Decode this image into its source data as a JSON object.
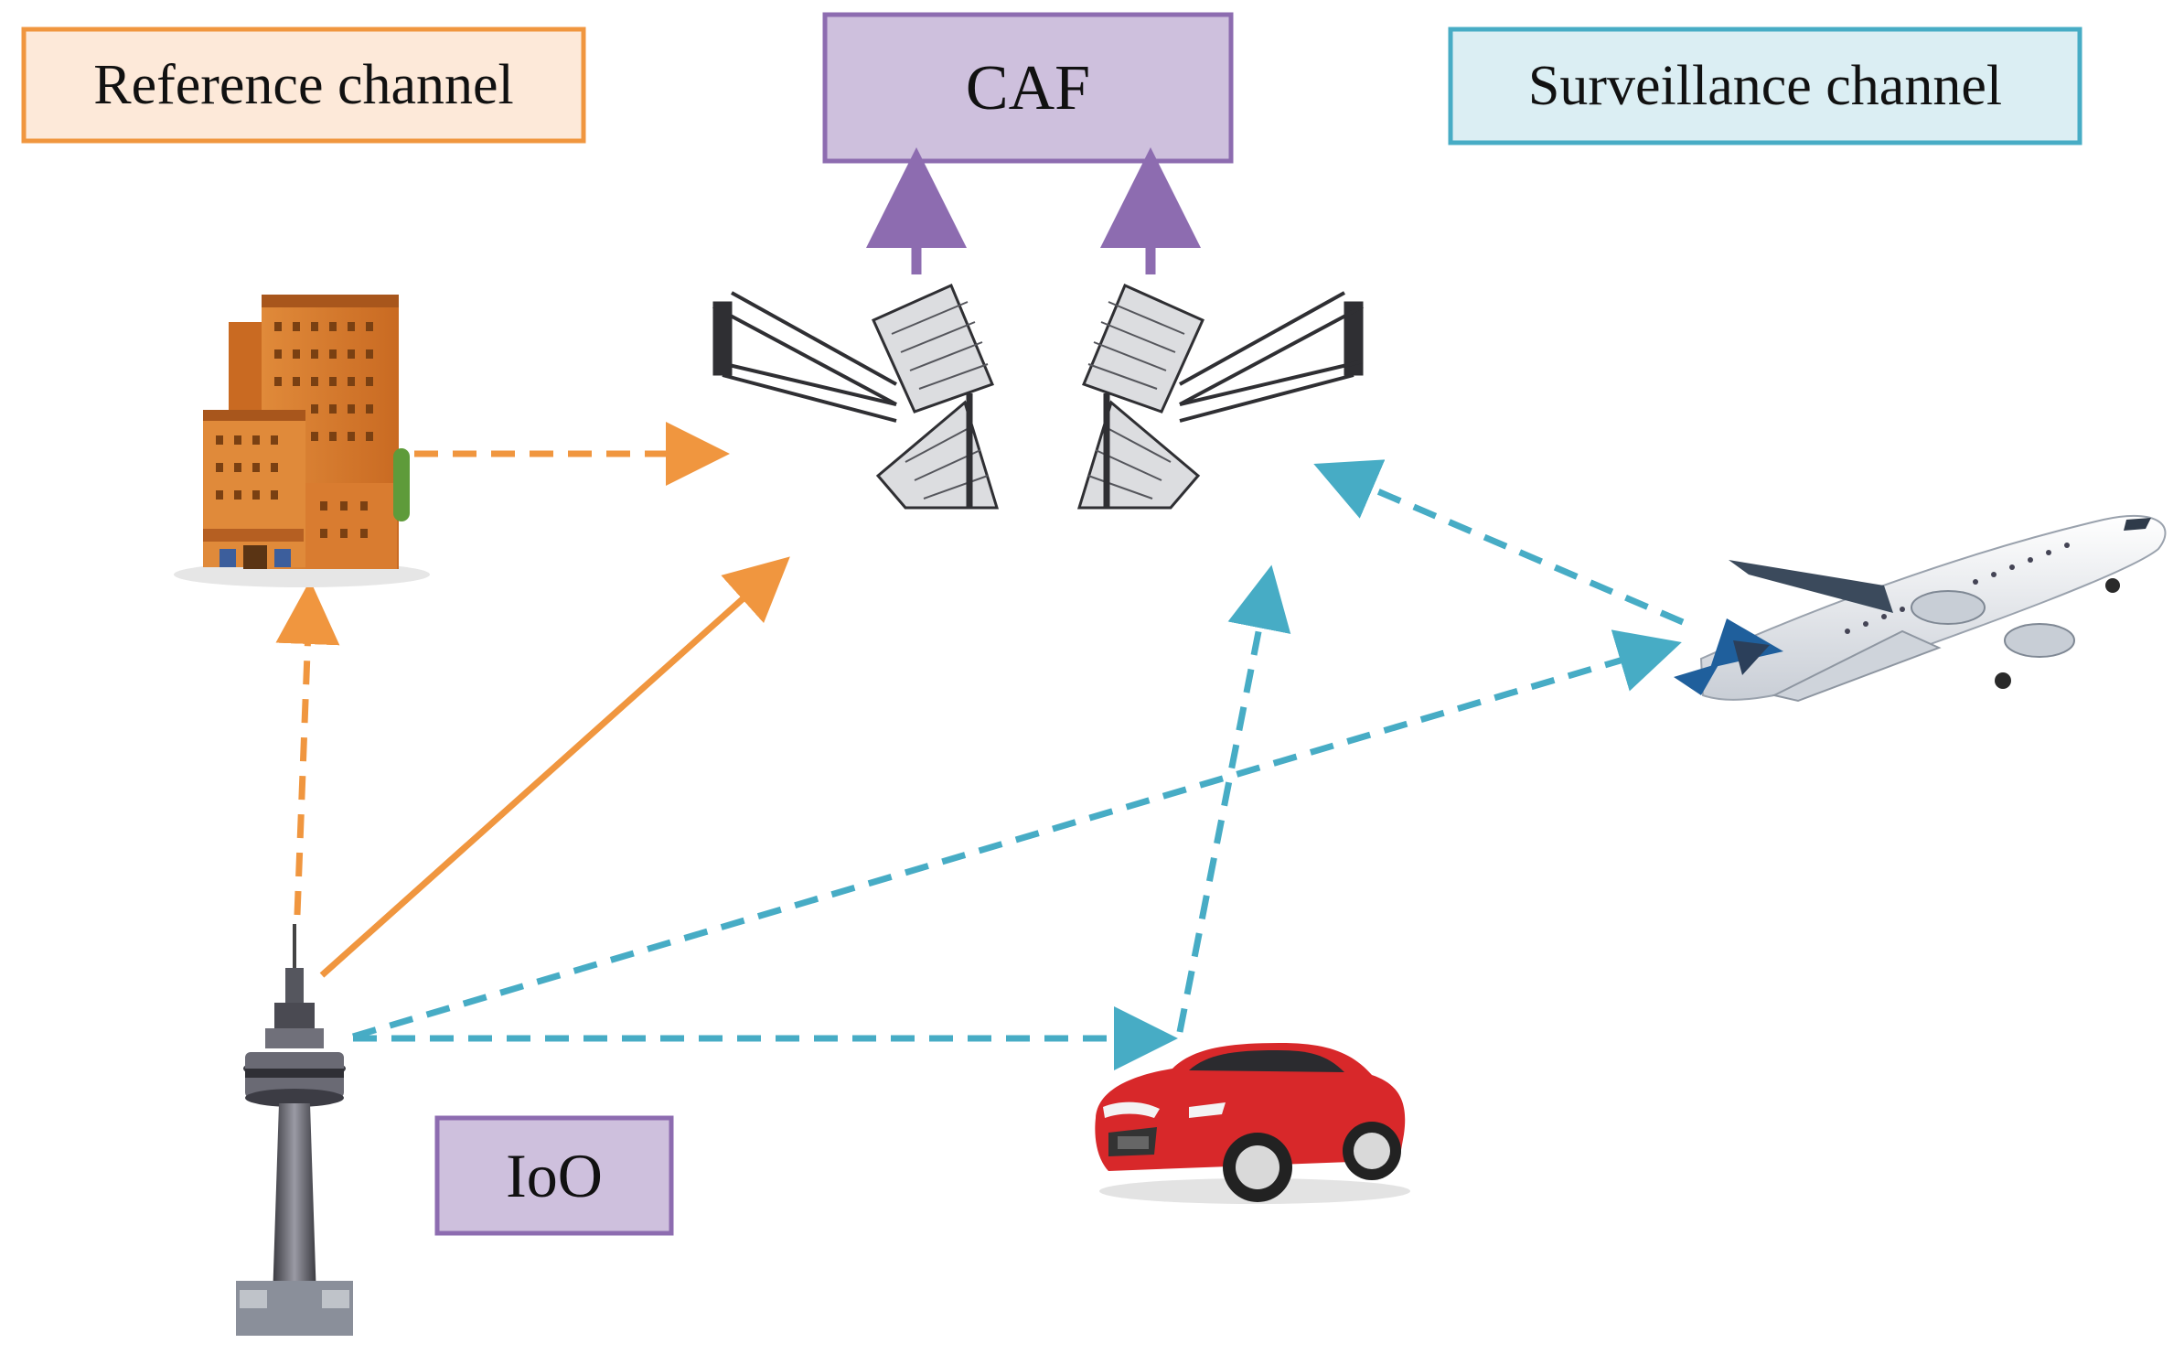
{
  "labels": {
    "reference_channel": "Reference channel",
    "caf": "CAF",
    "surveillance_channel": "Surveillance channel",
    "ioo": "IoO"
  },
  "colors": {
    "reference": "#f0963f",
    "reference_fill": "#fde9d9",
    "caf": "#8d6cb0",
    "caf_fill": "#cec0dd",
    "surveillance": "#47acc5",
    "surveillance_fill": "#dbeef3",
    "ioo_fill": "#cec0dd"
  },
  "icons": [
    "building-icon",
    "antenna-icon",
    "tower-icon",
    "airplane-icon",
    "car-icon"
  ]
}
